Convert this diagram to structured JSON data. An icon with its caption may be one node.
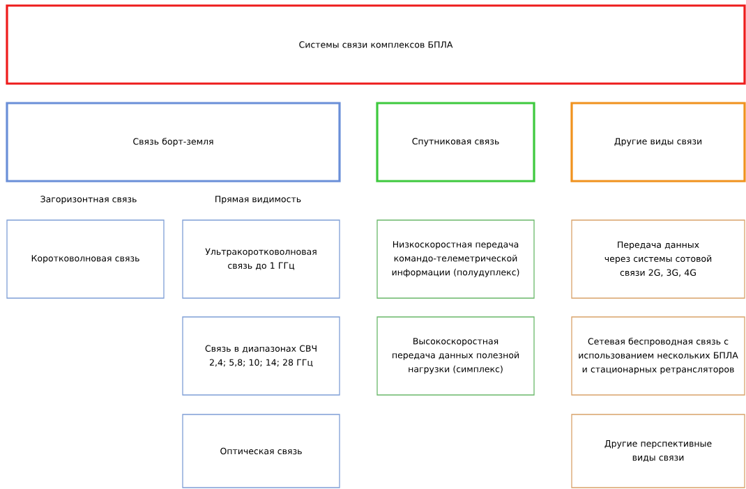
{
  "diagram": {
    "nodes": [
      {
        "text": [
          "Системы связи комплексов БПЛА"
        ]
      },
      {
        "text": [
          "Связь борт-земля"
        ]
      },
      {
        "text": [
          "Спутниковая связь"
        ]
      },
      {
        "text": [
          "Другие виды связи"
        ]
      },
      {
        "text": [
          "Коротковолновая связь"
        ]
      },
      {
        "text": [
          "Ультракоротковолновая связь до 1 ГГц"
        ]
      },
      {
        "text": [
          "Связь в диапазонах СВЧ 2,4; 5,8; 10; 14; 28 ГГц"
        ]
      },
      {
        "text": [
          "Оптическая связь"
        ]
      },
      {
        "text": [
          "Низкоскоростная передача командо-телеметрической информации (полудуплекс)"
        ]
      },
      {
        "text": [
          "Высокоскоростная передача данных полезной нагрузки (симплекс)"
        ]
      },
      {
        "text": [
          "Передача данных через системы сотовой связи 2G, 3G, 4G"
        ]
      },
      {
        "text": [
          "Сетевая беспроводная связь с использованием нескольких БПЛА и стационарных ретрансляторов"
        ]
      },
      {
        "text": [
          "Другие перспективные виды связи"
        ]
      }
    ],
    "labels": [
      "Загоризонтная связь",
      "Прямая видимость"
    ]
  }
}
